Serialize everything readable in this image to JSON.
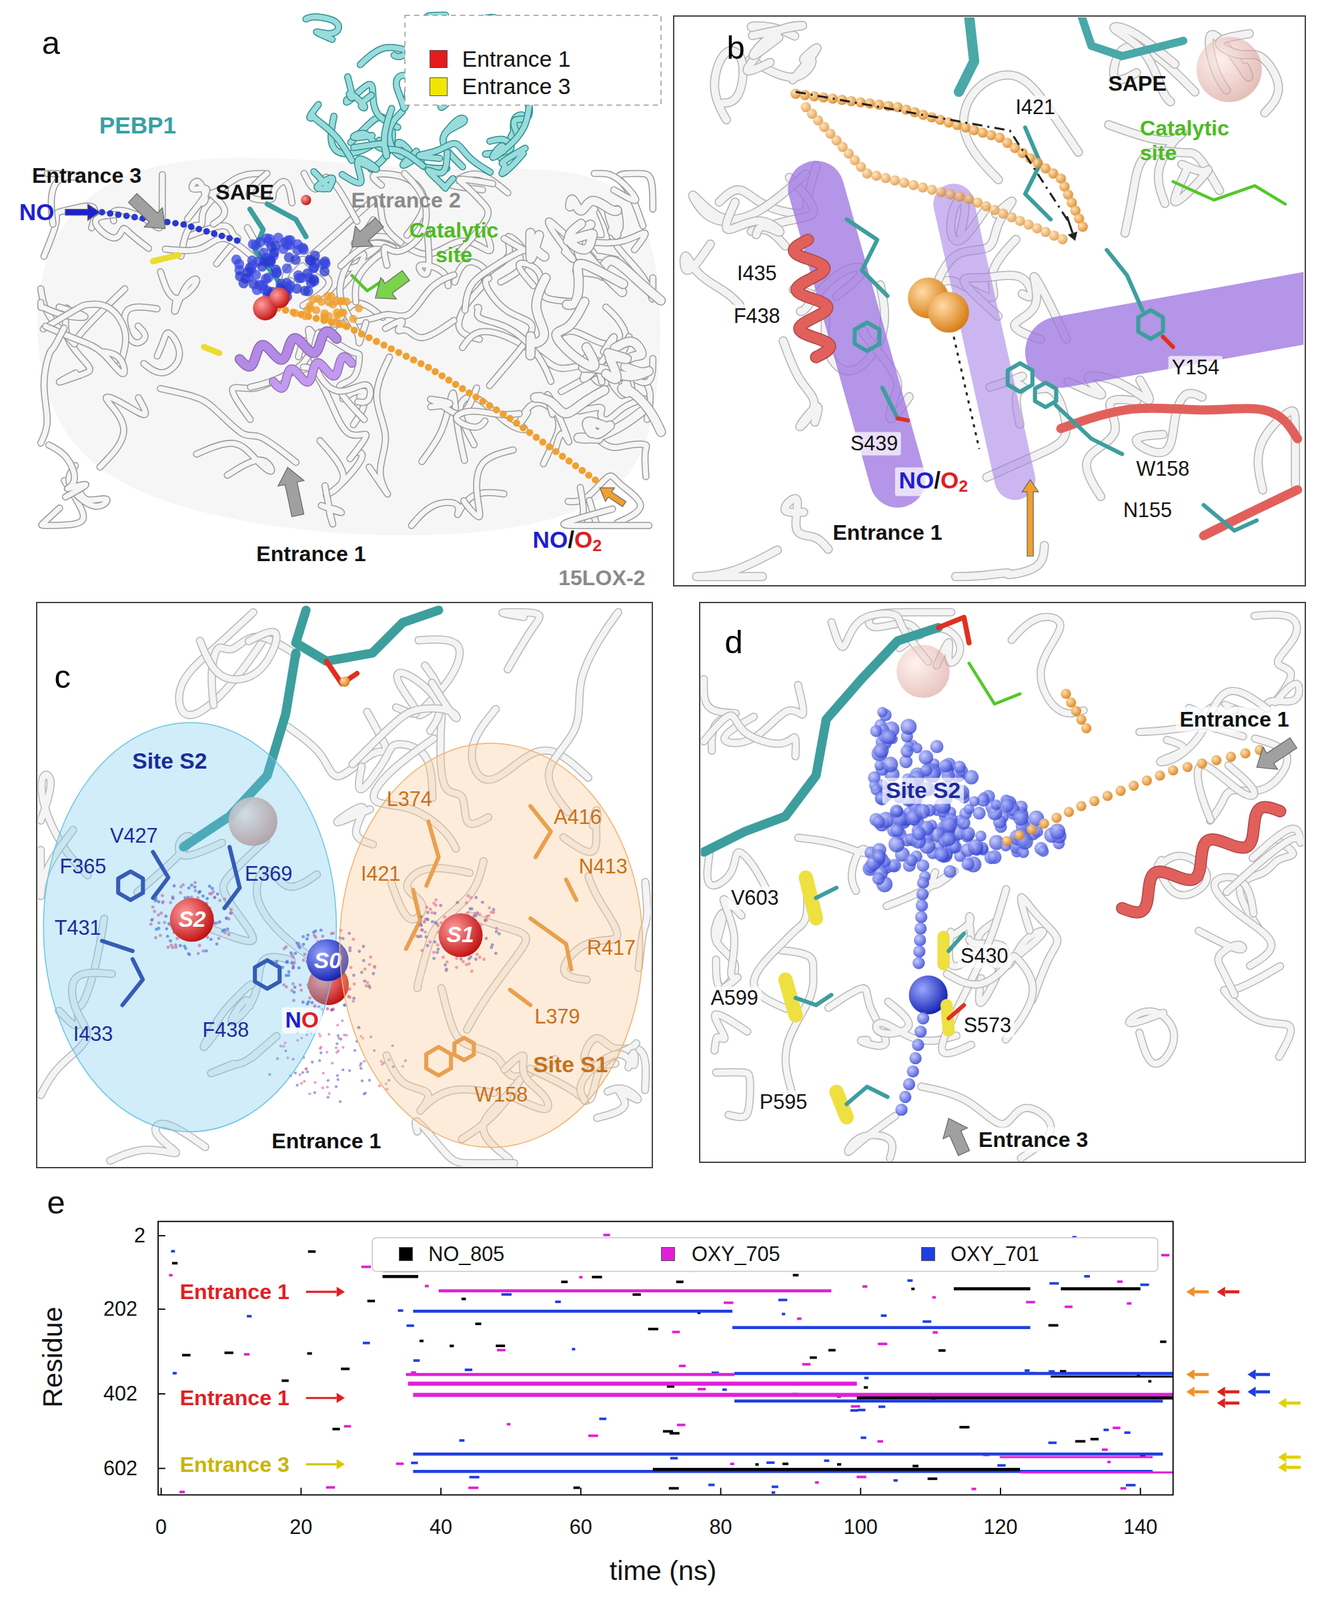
{
  "diagram": {
    "nodes": [
      {
        "text": [
          "b"
        ]
      },
      {
        "text": [
          "c"
        ]
      },
      {
        "text": [
          "Site S2",
          "F365",
          "V427",
          "T431",
          "E369",
          "I433",
          "F438"
        ],
        "in": 1
      },
      {
        "text": [
          "S2"
        ],
        "in": 2
      },
      {
        "text": [
          "S0"
        ],
        "in": 1
      },
      {
        "text": [
          "Site S1",
          "A416",
          "N413",
          "R417",
          "L379",
          "W158",
          "L374",
          "I421"
        ],
        "in": 1
      },
      {
        "text": [
          "S1"
        ],
        "in": 5
      },
      {
        "text": [
          "d"
        ]
      }
    ],
    "labels": [
      "a",
      "PEBP1",
      "Entrance 3",
      "SAPE",
      "Entrance 2",
      "Catalytic site",
      "NO",
      "NO/O2",
      "Entrance 1",
      "15LOX-2",
      "I421",
      "SAPE",
      "Catalytic site",
      "I435",
      "F438",
      "Y154",
      "S439",
      "NO/O2",
      "W158",
      "N155",
      "Entrance 1",
      "NO",
      "Entrance 1",
      "Site S2",
      "Entrance 1",
      "V603",
      "S430",
      "A599",
      "S573",
      "P595",
      "Entrance 3",
      "e",
      "2",
      "202",
      "402",
      "602",
      "Residue",
      "0",
      "20",
      "40",
      "60",
      "80",
      "100",
      "120",
      "140",
      "time (ns)",
      "Entrance 1",
      "Entrance 1",
      "Entrance 3"
    ],
    "legend": [
      {
        "text": "Entrance 1",
        "color": "#e41a1c"
      },
      {
        "text": "Entrance 3",
        "color": "#f2e600"
      },
      {
        "text": "NO_805",
        "color": "#000000"
      },
      {
        "text": "OXY_705",
        "color": "#e020d8"
      },
      {
        "text": "OXY_701",
        "color": "#1f3fe0"
      }
    ]
  }
}
